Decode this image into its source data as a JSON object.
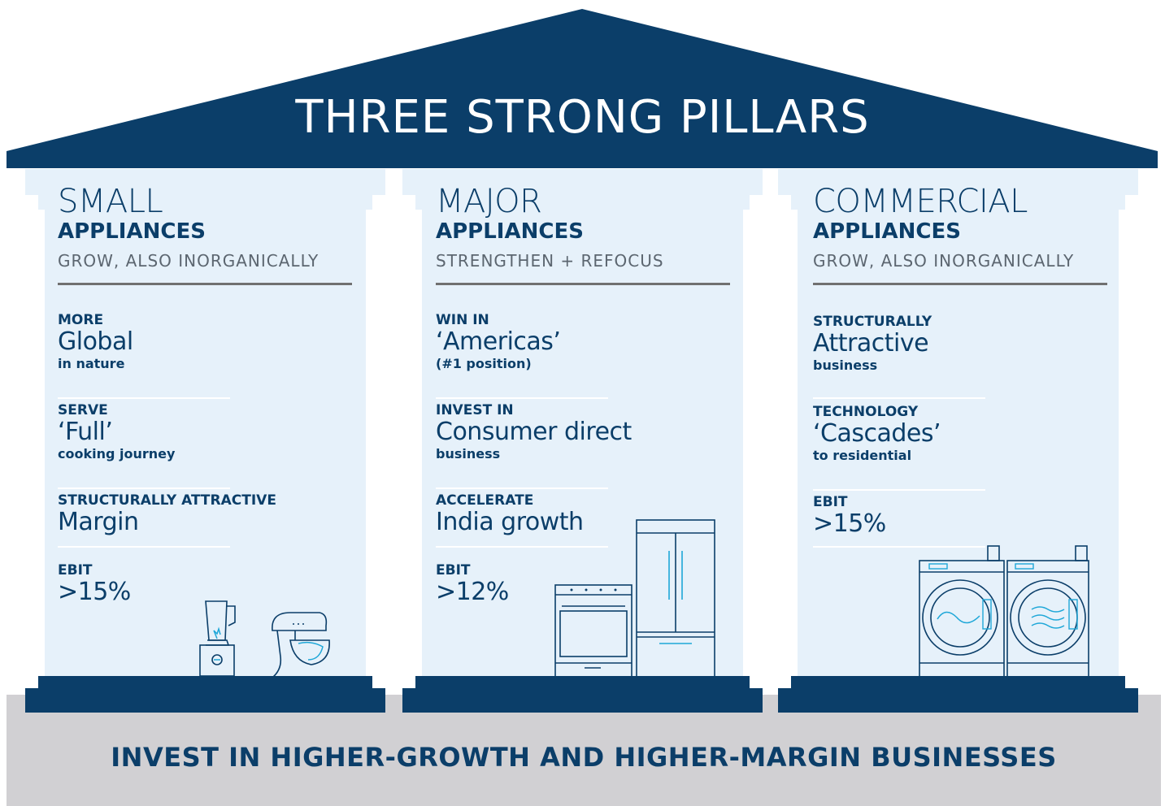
{
  "roof": {
    "title": "THREE STRONG PILLARS"
  },
  "foundation": {
    "text": "INVEST IN HIGHER-GROWTH AND HIGHER-MARGIN BUSINESSES"
  },
  "colors": {
    "navy": "#0b3e69",
    "pillar": "#e6f1fa",
    "foundation": "#d1d0d3",
    "gray_text": "#5c6670",
    "accent": "#1ea7d8"
  },
  "pillars": [
    {
      "title": "SMALL",
      "subtitle": "APPLIANCES",
      "strategy": "GROW, ALSO INORGANICALLY",
      "items": [
        {
          "label": "MORE",
          "value": "Global",
          "note": "in nature"
        },
        {
          "label": "SERVE",
          "value": "‘Full’",
          "note": "cooking journey"
        },
        {
          "label": "STRUCTURALLY ATTRACTIVE",
          "value": "Margin",
          "note": ""
        },
        {
          "label": "EBIT",
          "value": ">15%",
          "note": ""
        }
      ],
      "icons": [
        "blender-icon",
        "stand-mixer-icon"
      ]
    },
    {
      "title": "MAJOR",
      "subtitle": "APPLIANCES",
      "strategy": "STRENGTHEN + REFOCUS",
      "items": [
        {
          "label": "WIN IN",
          "value": "‘Americas’",
          "note": "(#1 position)"
        },
        {
          "label": "INVEST IN",
          "value": "Consumer direct",
          "note": "business"
        },
        {
          "label": "ACCELERATE",
          "value": "India growth",
          "note": ""
        },
        {
          "label": "EBIT",
          "value": ">12%",
          "note": ""
        }
      ],
      "icons": [
        "oven-icon",
        "refrigerator-icon"
      ]
    },
    {
      "title": "COMMERCIAL",
      "subtitle": "APPLIANCES",
      "strategy": "GROW, ALSO INORGANICALLY",
      "items": [
        {
          "label": "STRUCTURALLY",
          "value": "Attractive",
          "note": "business"
        },
        {
          "label": "TECHNOLOGY",
          "value": "‘Cascades’",
          "note": "to residential"
        },
        {
          "label": "EBIT",
          "value": ">15%",
          "note": ""
        }
      ],
      "icons": [
        "washing-machine-icon",
        "dryer-icon"
      ]
    }
  ]
}
